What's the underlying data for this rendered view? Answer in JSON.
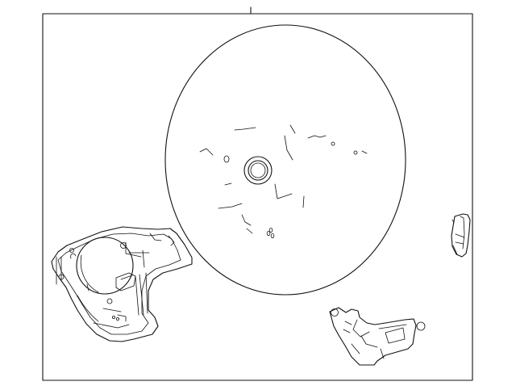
{
  "diagram": {
    "line_color": "#111111",
    "background": "#ffffff",
    "parts": [
      "steering-wheel",
      "airbag-cover-module",
      "mounting-clip",
      "switch-assembly"
    ]
  }
}
